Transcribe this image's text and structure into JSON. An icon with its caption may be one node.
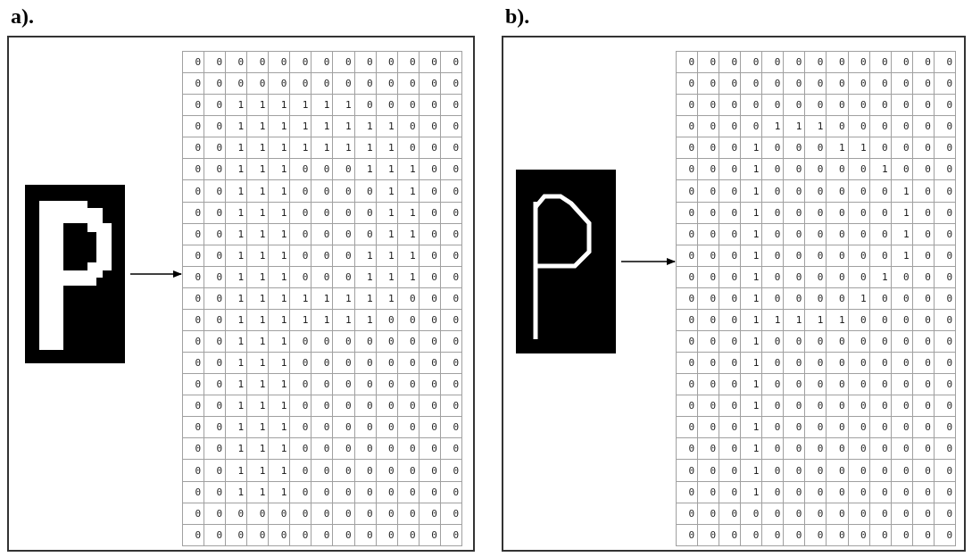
{
  "diagram": {
    "nodes": [
      {
        "text": [
          "a)."
        ]
      },
      {
        "text": [],
        "shape": "picture",
        "in": 0
      },
      {
        "text": [
          "0 0 0 0 0 0 0 0 0 0 0 0 0",
          "0 0 0 0 0 0 0 0 0 0 0 0 0",
          "0 0 1 1 1 1 1 1 0 0 0 0 0",
          "0 0 1 1 1 1 1 1 1 1 0 0 0",
          "0 0 1 1 1 1 1 1 1 1 0 0 0",
          "0 0 1 1 1 0 0 0 1 1 1 0 0",
          "0 0 1 1 1 0 0 0 0 1 1 0 0",
          "0 0 1 1 1 0 0 0 0 1 1 0 0",
          "0 0 1 1 1 0 0 0 0 1 1 0 0",
          "0 0 1 1 1 0 0 0 1 1 1 0 0",
          "0 0 1 1 1 0 0 0 1 1 1 0 0",
          "0 0 1 1 1 1 1 1 1 1 0 0 0",
          "0 0 1 1 1 1 1 1 1 0 0 0 0",
          "0 0 1 1 1 0 0 0 0 0 0 0 0",
          "0 0 1 1 1 0 0 0 0 0 0 0 0",
          "0 0 1 1 1 0 0 0 0 0 0 0 0",
          "0 0 1 1 1 0 0 0 0 0 0 0 0",
          "0 0 1 1 1 0 0 0 0 0 0 0 0",
          "0 0 1 1 1 0 0 0 0 0 0 0 0",
          "0 0 1 1 1 0 0 0 0 0 0 0 0",
          "0 0 1 1 1 0 0 0 0 0 0 0 0",
          "0 0 0 0 0 0 0 0 0 0 0 0 0",
          "0 0 0 0 0 0 0 0 0 0 0 0 0"
        ],
        "in": 0
      },
      {
        "text": [
          "b)."
        ]
      },
      {
        "text": [],
        "shape": "picture",
        "in": 3
      },
      {
        "text": [
          "0 0 0 0 0 0 0 0 0 0 0 0 0",
          "0 0 0 0 0 0 0 0 0 0 0 0 0",
          "0 0 0 0 0 0 0 0 0 0 0 0 0",
          "0 0 0 0 1 1 1 0 0 0 0 0 0",
          "0 0 0 1 0 0 0 1 1 0 0 0 0",
          "0 0 0 1 0 0 0 0 0 1 0 0 0",
          "0 0 0 1 0 0 0 0 0 0 1 0 0",
          "0 0 0 1 0 0 0 0 0 0 1 0 0",
          "0 0 0 1 0 0 0 0 0 0 1 0 0",
          "0 0 0 1 0 0 0 0 0 0 1 0 0",
          "0 0 0 1 0 0 0 0 0 1 0 0 0",
          "0 0 0 1 0 0 0 0 1 0 0 0 0",
          "0 0 0 1 1 1 1 1 0 0 0 0 0",
          "0 0 0 1 0 0 0 0 0 0 0 0 0",
          "0 0 0 1 0 0 0 0 0 0 0 0 0",
          "0 0 0 1 0 0 0 0 0 0 0 0 0",
          "0 0 0 1 0 0 0 0 0 0 0 0 0",
          "0 0 0 1 0 0 0 0 0 0 0 0 0",
          "0 0 0 1 0 0 0 0 0 0 0 0 0",
          "0 0 0 1 0 0 0 0 0 0 0 0 0",
          "0 0 0 1 0 0 0 0 0 0 0 0 0",
          "0 0 0 0 0 0 0 0 0 0 0 0 0",
          "0 0 0 0 0 0 0 0 0 0 0 0 0"
        ],
        "in": 3
      }
    ],
    "edges": [
      {
        "from": 1,
        "to": 2,
        "arrow": "to"
      },
      {
        "from": 4,
        "to": 5,
        "arrow": "to"
      }
    ]
  }
}
